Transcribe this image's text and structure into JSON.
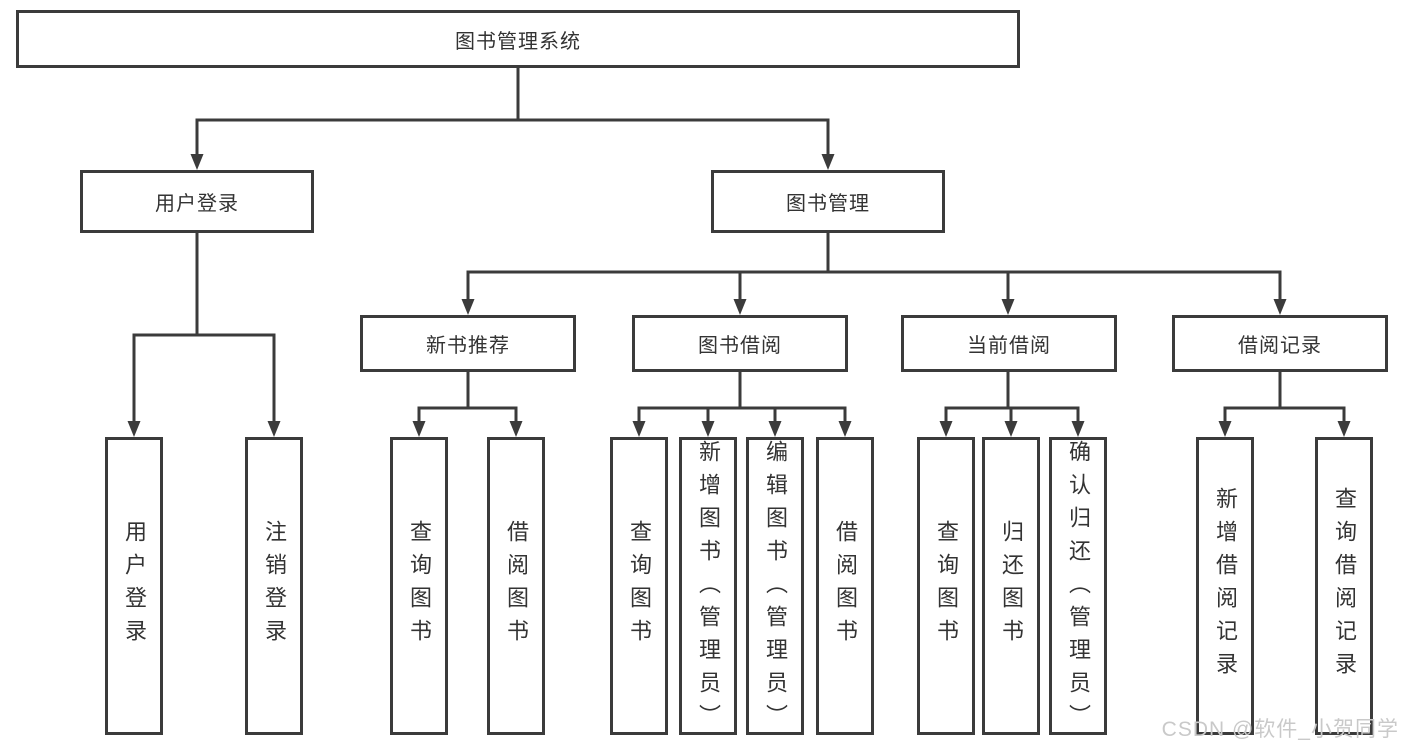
{
  "watermark": "CSDN @软件_小贺同学",
  "colors": {
    "line": "#3b3b3b",
    "text": "#333333",
    "background": "#ffffff",
    "watermark": "#c9c9c9"
  },
  "diagram": {
    "type": "hierarchy-tree",
    "root": {
      "label": "图书管理系统"
    },
    "branches": [
      {
        "label": "用户登录",
        "children": [
          {
            "label": "用户登录"
          },
          {
            "label": "注销登录"
          }
        ]
      },
      {
        "label": "图书管理",
        "children": [
          {
            "label": "新书推荐",
            "children": [
              {
                "label": "查询图书"
              },
              {
                "label": "借阅图书"
              }
            ]
          },
          {
            "label": "图书借阅",
            "children": [
              {
                "label": "查询图书"
              },
              {
                "label": "新增图书（管理员）"
              },
              {
                "label": "编辑图书（管理员）"
              },
              {
                "label": "借阅图书"
              }
            ]
          },
          {
            "label": "当前借阅",
            "children": [
              {
                "label": "查询图书"
              },
              {
                "label": "归还图书"
              },
              {
                "label": "确认归还（管理员）"
              }
            ]
          },
          {
            "label": "借阅记录",
            "children": [
              {
                "label": "新增借阅记录"
              },
              {
                "label": "查询借阅记录"
              }
            ]
          }
        ]
      }
    ]
  }
}
